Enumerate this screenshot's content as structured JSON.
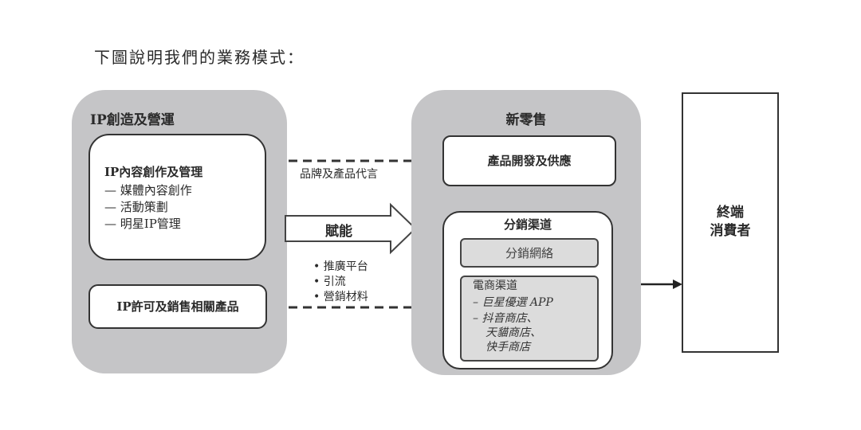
{
  "intro": "下圖說明我們的業務模式：",
  "left_group": {
    "title": "IP創造及營運",
    "content_box": {
      "title": "IP內容創作及管理",
      "items": [
        "— 媒體內容創作",
        "— 活動策劃",
        "— 明星IP管理"
      ]
    },
    "license_box": "IP許可及銷售相關產品"
  },
  "arrows": {
    "endorsement_label": "品牌及產品代言",
    "empower_label": "賦能",
    "bullets": [
      "推廣平台",
      "引流",
      "營銷材料"
    ]
  },
  "right_group": {
    "title": "新零售",
    "product_box": "產品開發及供應",
    "distribution": {
      "title": "分銷渠道",
      "network": "分銷網絡",
      "ecommerce": {
        "title": "電商渠道",
        "lines": [
          "– 巨星優選 APP",
          "– 抖音商店、",
          "天貓商店、",
          "快手商店"
        ]
      }
    }
  },
  "consumer": {
    "line1": "終端",
    "line2": "消費者"
  }
}
